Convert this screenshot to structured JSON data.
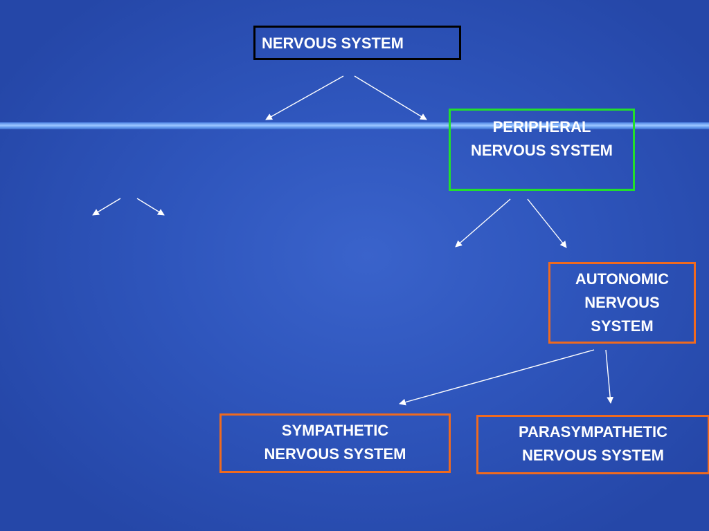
{
  "diagram": {
    "nodes": {
      "nervous_system": {
        "label": "NERVOUS SYSTEM",
        "border_color": "#000000"
      },
      "peripheral": {
        "line1": "PERIPHERAL",
        "line2": "NERVOUS SYSTEM",
        "border_color": "#22e02a"
      },
      "autonomic": {
        "line1": "AUTONOMIC",
        "line2": "NERVOUS",
        "line3": "SYSTEM",
        "border_color": "#ef6a1f"
      },
      "sympathetic": {
        "line1": "SYMPATHETIC",
        "line2": "NERVOUS SYSTEM",
        "border_color": "#ef6a1f"
      },
      "parasympathetic": {
        "line1": "PARASYMPATHETIC",
        "line2": "NERVOUS SYSTEM",
        "border_color": "#ef6a1f"
      }
    },
    "colors": {
      "background": "#2f56bd",
      "text": "#ffffff",
      "arrow": "#ffffff",
      "band": "#9cc6ff"
    }
  }
}
